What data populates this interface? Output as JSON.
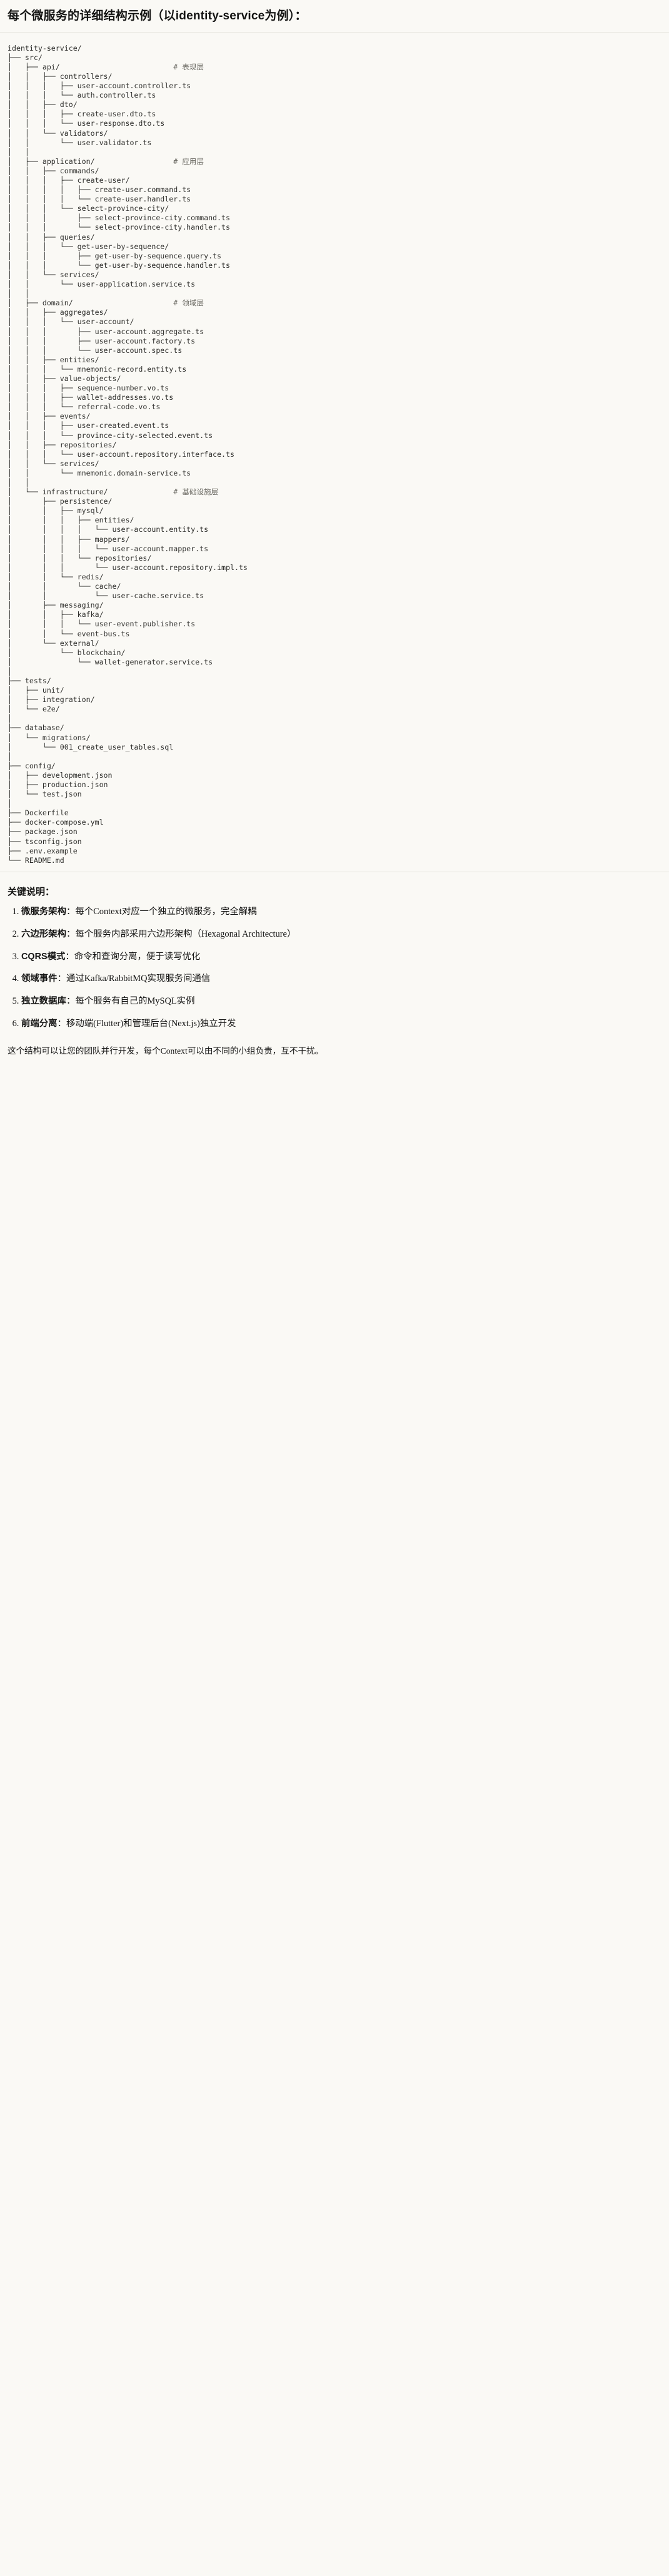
{
  "header": {
    "title": "每个微服务的详细结构示例（以identity-service为例）："
  },
  "tree": {
    "root_label": "identity-service/",
    "comments": {
      "api": "# 表现层",
      "application": "# 应用层",
      "domain": "# 领域层",
      "infrastructure": "# 基础设施层"
    },
    "text": "identity-service/\n├── src/\n│   ├── api/                          # 表现层\n│   │   ├── controllers/\n│   │   │   ├── user-account.controller.ts\n│   │   │   └── auth.controller.ts\n│   │   ├── dto/\n│   │   │   ├── create-user.dto.ts\n│   │   │   └── user-response.dto.ts\n│   │   └── validators/\n│   │       └── user.validator.ts\n│   │\n│   ├── application/                  # 应用层\n│   │   ├── commands/\n│   │   │   ├── create-user/\n│   │   │   │   ├── create-user.command.ts\n│   │   │   │   └── create-user.handler.ts\n│   │   │   └── select-province-city/\n│   │   │       ├── select-province-city.command.ts\n│   │   │       └── select-province-city.handler.ts\n│   │   ├── queries/\n│   │   │   └── get-user-by-sequence/\n│   │   │       ├── get-user-by-sequence.query.ts\n│   │   │       └── get-user-by-sequence.handler.ts\n│   │   └── services/\n│   │       └── user-application.service.ts\n│   │\n│   ├── domain/                       # 领域层\n│   │   ├── aggregates/\n│   │   │   └── user-account/\n│   │   │       ├── user-account.aggregate.ts\n│   │   │       ├── user-account.factory.ts\n│   │   │       └── user-account.spec.ts\n│   │   ├── entities/\n│   │   │   └── mnemonic-record.entity.ts\n│   │   ├── value-objects/\n│   │   │   ├── sequence-number.vo.ts\n│   │   │   ├── wallet-addresses.vo.ts\n│   │   │   └── referral-code.vo.ts\n│   │   ├── events/\n│   │   │   ├── user-created.event.ts\n│   │   │   └── province-city-selected.event.ts\n│   │   ├── repositories/\n│   │   │   └── user-account.repository.interface.ts\n│   │   └── services/\n│   │       └── mnemonic.domain-service.ts\n│   │\n│   └── infrastructure/               # 基础设施层\n│       ├── persistence/\n│       │   ├── mysql/\n│       │   │   ├── entities/\n│       │   │   │   └── user-account.entity.ts\n│       │   │   ├── mappers/\n│       │   │   │   └── user-account.mapper.ts\n│       │   │   └── repositories/\n│       │   │       └── user-account.repository.impl.ts\n│       │   └── redis/\n│       │       └── cache/\n│       │           └── user-cache.service.ts\n│       ├── messaging/\n│       │   ├── kafka/\n│       │   │   └── user-event.publisher.ts\n│       │   └── event-bus.ts\n│       └── external/\n│           └── blockchain/\n│               └── wallet-generator.service.ts\n│\n├── tests/\n│   ├── unit/\n│   ├── integration/\n│   └── e2e/\n│\n├── database/\n│   └── migrations/\n│       └── 001_create_user_tables.sql\n│\n├── config/\n│   ├── development.json\n│   ├── production.json\n│   └── test.json\n│\n├── Dockerfile\n├── docker-compose.yml\n├── package.json\n├── tsconfig.json\n├── .env.example\n└── README.md"
  },
  "keypoints": {
    "heading": "关键说明：",
    "items": [
      {
        "term": "微服务架构",
        "sep": "：",
        "body": "每个Context对应一个独立的微服务，完全解耦"
      },
      {
        "term": "六边形架构",
        "sep": "：",
        "body": "每个服务内部采用六边形架构（Hexagonal Architecture）"
      },
      {
        "term": "CQRS模式",
        "sep": "：",
        "body": "命令和查询分离，便于读写优化"
      },
      {
        "term": "领域事件",
        "sep": "：",
        "body": "通过Kafka/RabbitMQ实现服务间通信"
      },
      {
        "term": "独立数据库",
        "sep": "：",
        "body": "每个服务有自己的MySQL实例"
      },
      {
        "term": "前端分离",
        "sep": "：",
        "body": "移动端(Flutter)和管理后台(Next.js)独立开发"
      }
    ]
  },
  "closing": {
    "text": "这个结构可以让您的团队并行开发，每个Context可以由不同的小组负责，互不干扰。"
  },
  "colors": {
    "background": "#faf9f5",
    "text": "#141413",
    "code_text": "#2f2f2c",
    "comment_text": "#6b6a63",
    "divider": "#e6e4dd"
  }
}
